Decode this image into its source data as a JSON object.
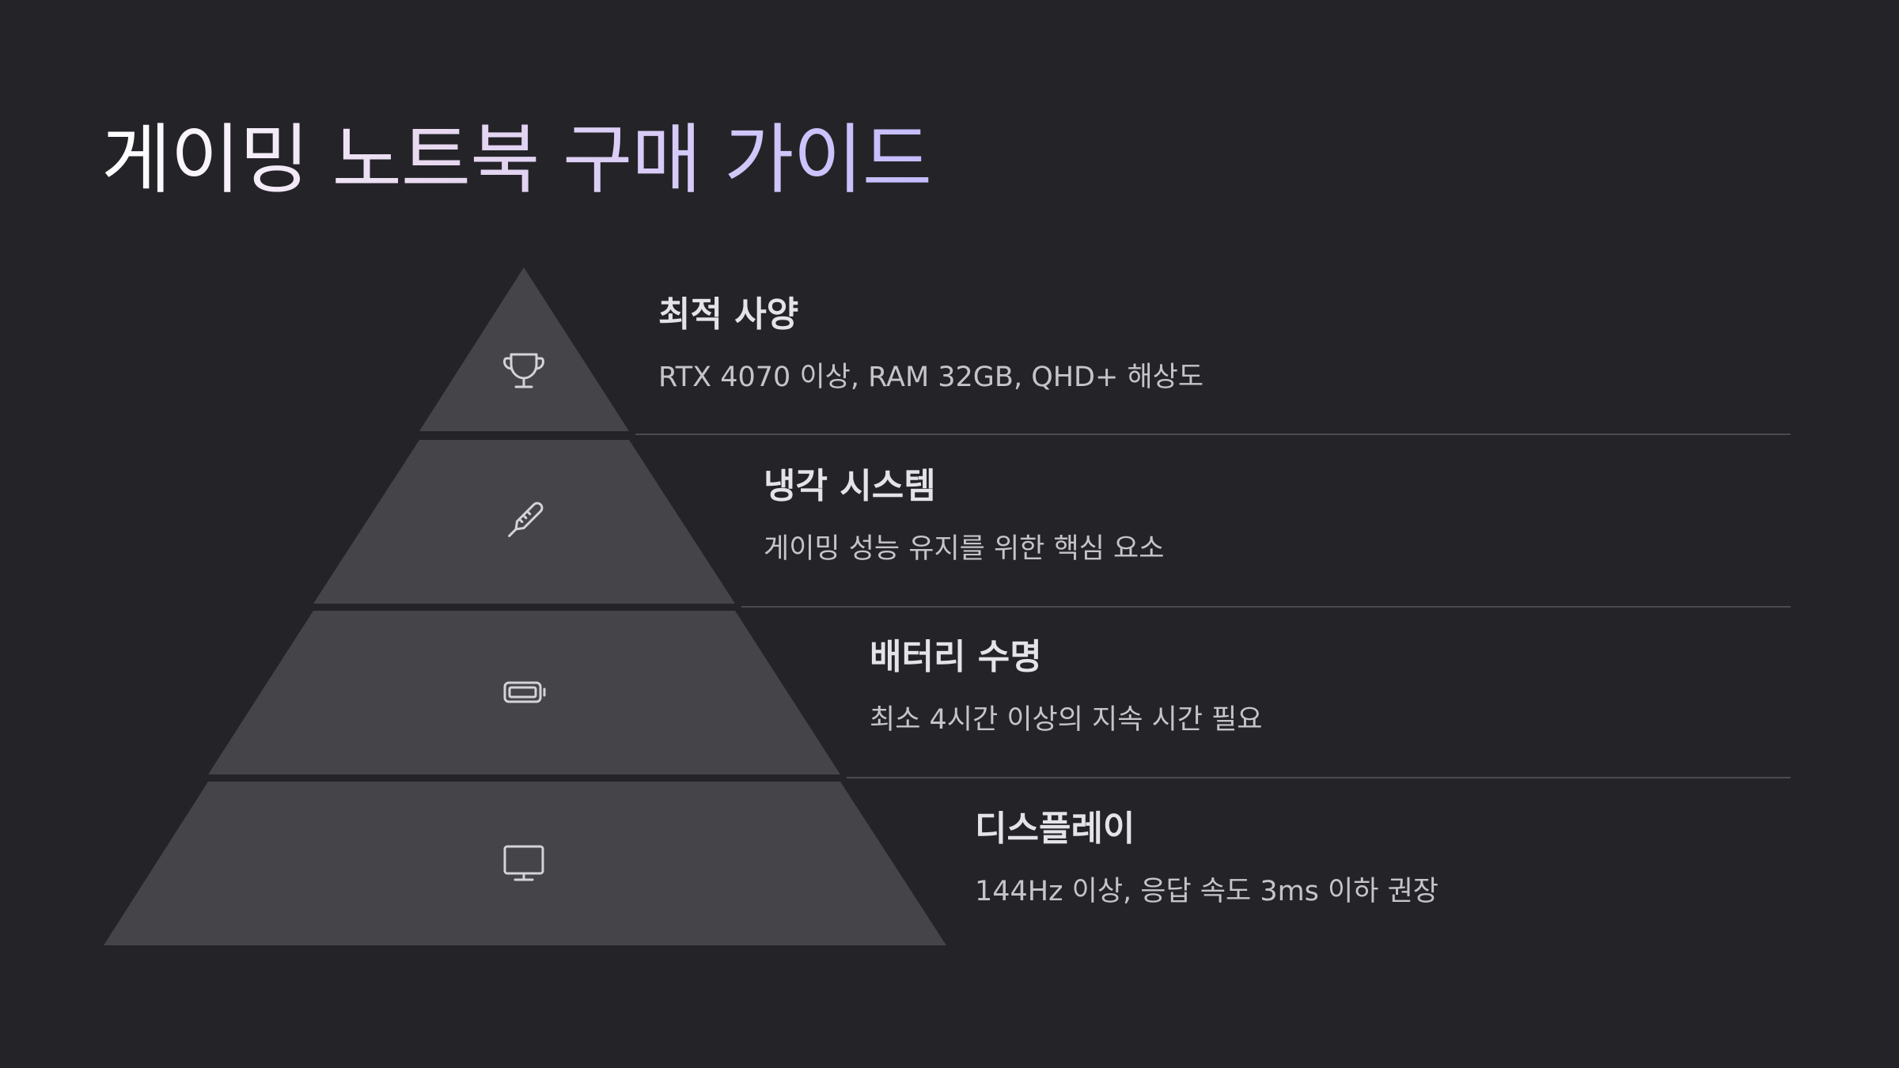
{
  "title": "게이밍 노트북 구매 가이드",
  "colors": {
    "background": "#242428",
    "segment_fill": "#444449",
    "icon_stroke": "#d4d4d8",
    "divider": "#4a4a50",
    "title_gradient": [
      "#ffffff",
      "#e8d8f0",
      "#c4bcff"
    ]
  },
  "levels": [
    {
      "title": "최적 사양",
      "description": "RTX 4070 이상, RAM 32GB, QHD+ 해상도",
      "icon": "trophy-icon"
    },
    {
      "title": "냉각 시스템",
      "description": "게이밍 성능 유지를 위한 핵심 요소",
      "icon": "thermometer-icon"
    },
    {
      "title": "배터리 수명",
      "description": "최소 4시간 이상의 지속 시간 필요",
      "icon": "battery-icon"
    },
    {
      "title": "디스플레이",
      "description": "144Hz 이상, 응답 속도 3ms 이하 권장",
      "icon": "monitor-icon"
    }
  ]
}
